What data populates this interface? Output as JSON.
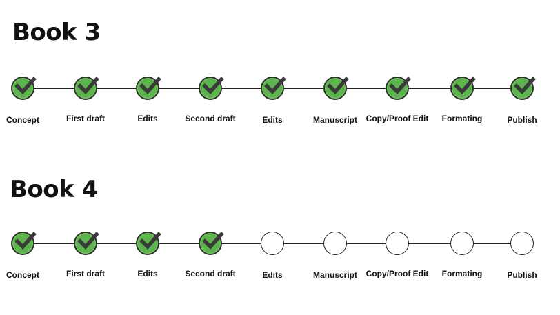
{
  "books": [
    {
      "title": "Book 3",
      "steps": [
        {
          "label": "Concept",
          "status": "done"
        },
        {
          "label": "First draft",
          "status": "done"
        },
        {
          "label": "Edits",
          "status": "done"
        },
        {
          "label": "Second draft",
          "status": "done"
        },
        {
          "label": "Edits",
          "status": "done"
        },
        {
          "label": "Manuscript",
          "status": "done"
        },
        {
          "label": "Copy/Proof Edit",
          "status": "done"
        },
        {
          "label": "Formating",
          "status": "done"
        },
        {
          "label": "Publish",
          "status": "done"
        }
      ]
    },
    {
      "title": "Book 4",
      "steps": [
        {
          "label": "Concept",
          "status": "done"
        },
        {
          "label": "First draft",
          "status": "done"
        },
        {
          "label": "Edits",
          "status": "done"
        },
        {
          "label": "Second draft",
          "status": "done"
        },
        {
          "label": "Edits",
          "status": "pending"
        },
        {
          "label": "Manuscript",
          "status": "pending"
        },
        {
          "label": "Copy/Proof Edit",
          "status": "pending"
        },
        {
          "label": "Formating",
          "status": "pending"
        },
        {
          "label": "Publish",
          "status": "pending"
        }
      ]
    }
  ],
  "colors": {
    "done_fill": "#5cb54c",
    "check": "#3a3a3a",
    "outline": "#222222"
  },
  "icons": {
    "done": "checkmark-icon",
    "pending": "empty-circle-icon"
  }
}
